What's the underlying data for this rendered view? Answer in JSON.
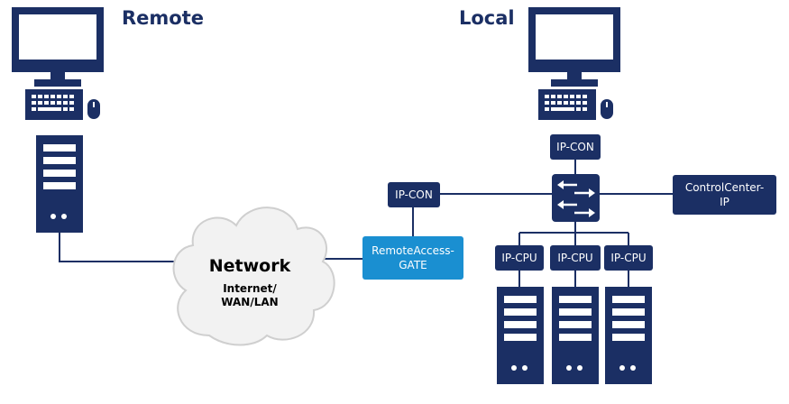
{
  "headings": {
    "remote": "Remote",
    "local": "Local"
  },
  "network": {
    "title": "Network",
    "subtitle_line1": "Internet/",
    "subtitle_line2": "WAN/LAN"
  },
  "nodes": {
    "ipcon_top": "IP-CON",
    "ipcon_left": "IP-CON",
    "gate_line1": "RemoteAccess-",
    "gate_line2": "GATE",
    "cc_line1": "ControlCenter-",
    "cc_line2": "IP",
    "ipcpu_1": "IP-CPU",
    "ipcpu_2": "IP-CPU",
    "ipcpu_3": "IP-CPU"
  },
  "colors": {
    "navy": "#1b2f64",
    "gate_blue": "#1a8fd1",
    "cloud_fill": "#f2f2f2",
    "cloud_stroke": "#cfcfcf"
  }
}
